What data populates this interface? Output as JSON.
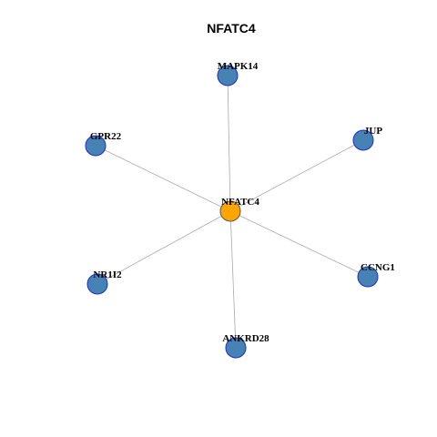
{
  "title": "NFATC4",
  "colors": {
    "hub_fill": "#FFA500",
    "hub_stroke": "#555555",
    "leaf_fill": "#4682B4",
    "leaf_stroke": "#1a2fc8",
    "edge": "#aaaaaa"
  },
  "hub": {
    "label": "NFATC4"
  },
  "leaves": [
    {
      "label": "MAPK14"
    },
    {
      "label": "JUP"
    },
    {
      "label": "GPR22"
    },
    {
      "label": "CCNG1"
    },
    {
      "label": "NR1I2"
    },
    {
      "label": "ANKRD28"
    }
  ],
  "edges": [
    [
      "NFATC4",
      "MAPK14"
    ],
    [
      "NFATC4",
      "JUP"
    ],
    [
      "NFATC4",
      "GPR22"
    ],
    [
      "NFATC4",
      "CCNG1"
    ],
    [
      "NFATC4",
      "NR1I2"
    ],
    [
      "NFATC4",
      "ANKRD28"
    ]
  ]
}
